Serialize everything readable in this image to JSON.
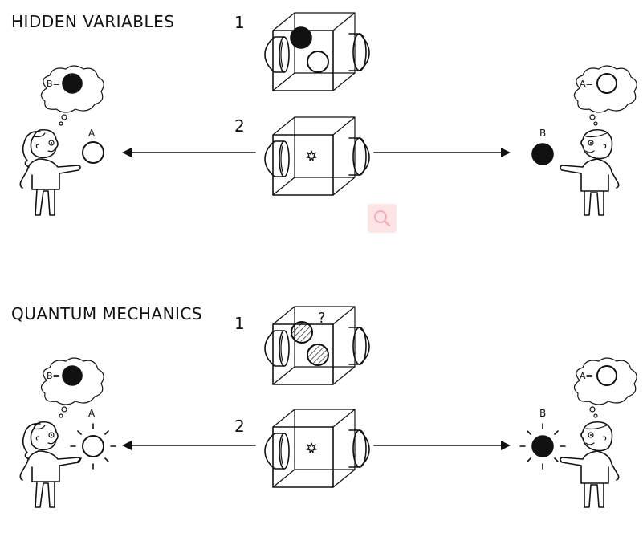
{
  "panels": [
    {
      "title": "HIDDEN VARIABLES",
      "step1": "1",
      "step2": "2",
      "left_person": {
        "held_label": "A",
        "thought": "B="
      },
      "right_person": {
        "held_label": "B",
        "thought": "A="
      }
    },
    {
      "title": "QUANTUM MECHANICS",
      "step1": "1",
      "step2": "2",
      "box_question": "?",
      "left_person": {
        "held_label": "A",
        "thought": "B="
      },
      "right_person": {
        "held_label": "B",
        "thought": "A="
      }
    }
  ]
}
